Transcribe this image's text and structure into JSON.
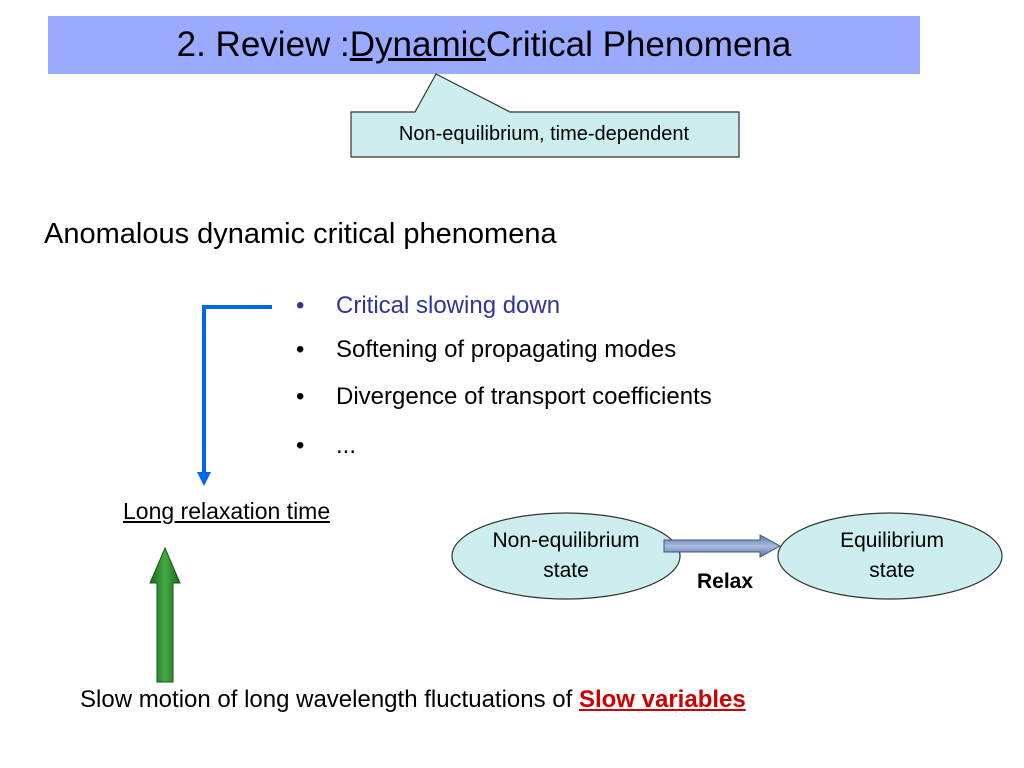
{
  "title": {
    "prefix": "2. Review : ",
    "emphasis": "Dynamic",
    "suffix": " Critical Phenomena"
  },
  "callout": "Non-equilibrium, time-dependent",
  "heading": "Anomalous dynamic critical phenomena",
  "bullets": [
    {
      "marker": "•",
      "text": "Critical slowing down"
    },
    {
      "marker": "•",
      "text": "Softening of propagating modes"
    },
    {
      "marker": "•",
      "text": "Divergence of transport coefficients"
    },
    {
      "marker": "•",
      "text": "..."
    }
  ],
  "long_relaxation": "Long relaxation time",
  "states": {
    "non_equilibrium": [
      "Non-equilibrium",
      "state"
    ],
    "equilibrium": [
      "Equilibrium",
      "state"
    ],
    "relax": "Relax"
  },
  "bottom": {
    "text": "Slow motion of long wavelength fluctuations of ",
    "slow_variables": "Slow variables"
  },
  "colors": {
    "title_bg": "#99aaff",
    "callout_bg": "#cceeee",
    "ellipse_fill": "#cceeee",
    "bracket_blue": "#0066ee",
    "arrow_green": "#228822",
    "accent_text": "#333399",
    "slow_variables": "#cc0000"
  }
}
